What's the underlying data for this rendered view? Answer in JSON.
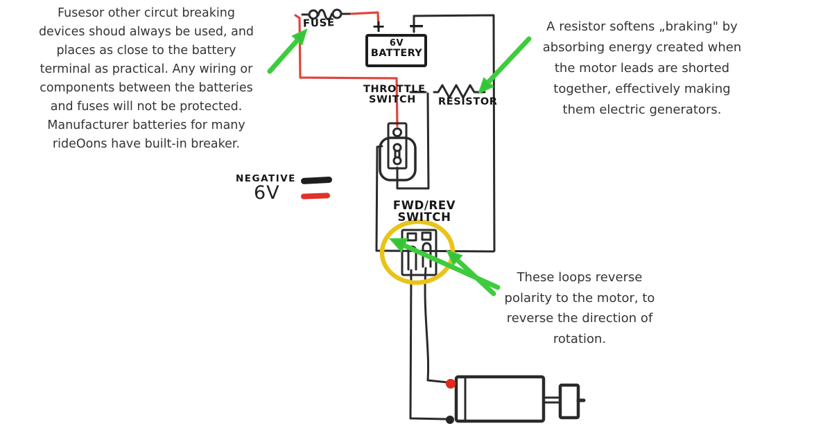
{
  "notes": {
    "fuse": {
      "lines": [
        "Fusesor other circut breaking",
        "devices shoud always be used, and",
        "places as close to the battery",
        "terminal as practical. Any wiring or",
        "components between the batteries",
        "and fuses will not be protected.",
        "Manufacturer batteries for many",
        "rideOons have built-in breaker."
      ]
    },
    "resistor": {
      "lines": [
        "A resistor softens „braking\" by",
        "absorbing energy created when",
        "the motor leads are shorted",
        "together, effectively making",
        "them electric generators."
      ]
    },
    "loops": {
      "lines": [
        "These loops reverse",
        "polarity to the motor, to",
        "reverse the direction of",
        "rotation."
      ]
    }
  },
  "labels": {
    "fuse": "FUSE",
    "battery_line1": "6V",
    "battery_line2": "BATTERY",
    "plus": "+",
    "minus": "−",
    "throttle_line1": "THROTTLE",
    "throttle_line2": "SWITCH",
    "resistor": "RESISTOR",
    "fwdrev_line1": "FWD/REV",
    "fwdrev_line2": "SWITCH",
    "legend_negative": "NEGATIVE",
    "legend_6v": "6V"
  },
  "colors": {
    "wire_black": "#2a2a2a",
    "wire_red": "#df463c",
    "arrow_green": "#3ecb3e",
    "highlight_yellow": "#e9c31a",
    "terminal_red": "#e3291b",
    "text": "#343434"
  }
}
